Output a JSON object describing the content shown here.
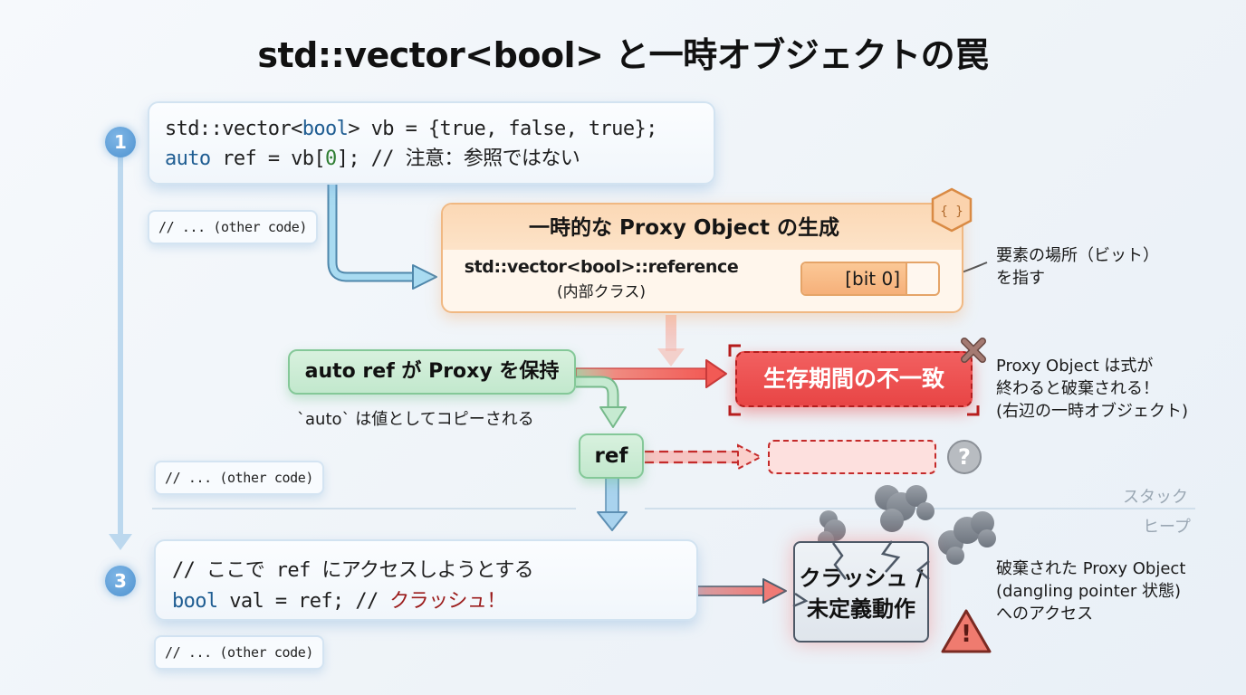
{
  "title": "std::vector<bool> と一時オブジェクトの罠",
  "steps": [
    {
      "number": "1"
    },
    {
      "number": "3"
    }
  ],
  "code_block_1": {
    "line1": {
      "p1": "std::vector<",
      "kw": "bool",
      "p2": "> vb = {true, false, true};"
    },
    "line2": {
      "kw": "auto",
      "p1": " ref = vb[",
      "num": "0",
      "p2": "]; // 注意：参照ではない"
    }
  },
  "other_code_label": "// ... (other code)",
  "proxy_object": {
    "header": "一時的な Proxy Object の生成",
    "class_name": "std::vector<bool>::reference",
    "class_note": "(内部クラス)",
    "bit_label": "[bit 0]",
    "icon": "code-braces-hexagon-icon"
  },
  "bit_note": {
    "line1": "要素の場所（ビット）",
    "line2": "を指す"
  },
  "hold_box": {
    "label": "auto ref が Proxy を保持",
    "caption": "`auto` は値としてコピーされる"
  },
  "ref_box": {
    "label": "ref"
  },
  "lifetime_box": {
    "label": "生存期間の不一致",
    "icon": "x-mark-icon"
  },
  "lifetime_note": {
    "line1": "Proxy Object は式が",
    "line2": "終わると破棄される！",
    "line3": "(右辺の一時オブジェクト)"
  },
  "dangling_target": {
    "icon": "question-mark-icon",
    "icon_glyph": "?"
  },
  "regions": {
    "stack": "スタック",
    "heap": "ヒープ"
  },
  "code_block_3": {
    "line1": "// ここで ref にアクセスしようとする",
    "line2": {
      "kw": "bool",
      "p1": " val = ref; // ",
      "crash": "クラッシュ！"
    }
  },
  "crash_box": {
    "line1": "クラッシュ /",
    "line2": "未定義動作",
    "icon": "warning-triangle-icon",
    "icon_glyph": "!"
  },
  "crash_note": {
    "line1": "破棄された Proxy Object",
    "line2": "(dangling pointer 状態)",
    "line3": "へのアクセス"
  },
  "colors": {
    "step_blue": "#4f93d0",
    "proxy_orange": "#f0b882",
    "hold_green": "#84c898",
    "error_red": "#e84545",
    "crash_gray": "#4d5866"
  }
}
